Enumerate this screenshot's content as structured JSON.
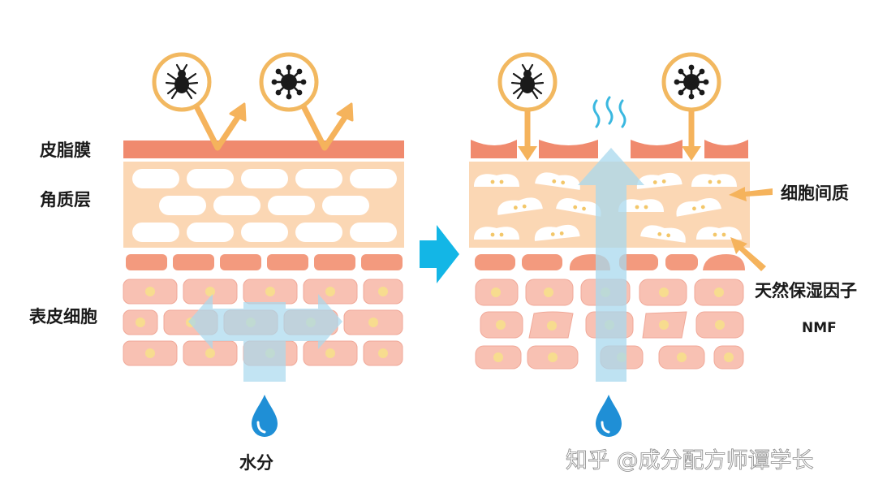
{
  "labels": {
    "sebum_film": "皮脂膜",
    "stratum_corneum": "角质层",
    "epidermal_cells": "表皮细胞",
    "water": "水分",
    "intercellular_matrix": "细胞间质",
    "nmf": "天然保湿因子",
    "nmf_abbr": "NMF"
  },
  "watermark": "知乎 @成分配方师谭学长",
  "colors": {
    "sebum": "#f08a6e",
    "corneum_bg": "#fbd7b4",
    "cell_fill": "#f8c1b3",
    "nucleus": "#f7dc8f",
    "pointer_arrow": "#f5b35c",
    "flow_arrow": "#a8d8ee",
    "transition_arrow": "#13b6e6",
    "water_drop": "#1f8fd6"
  },
  "icons": [
    "mite-icon",
    "virus-icon",
    "water-drop-icon",
    "steam-icon",
    "right-arrow-icon"
  ]
}
